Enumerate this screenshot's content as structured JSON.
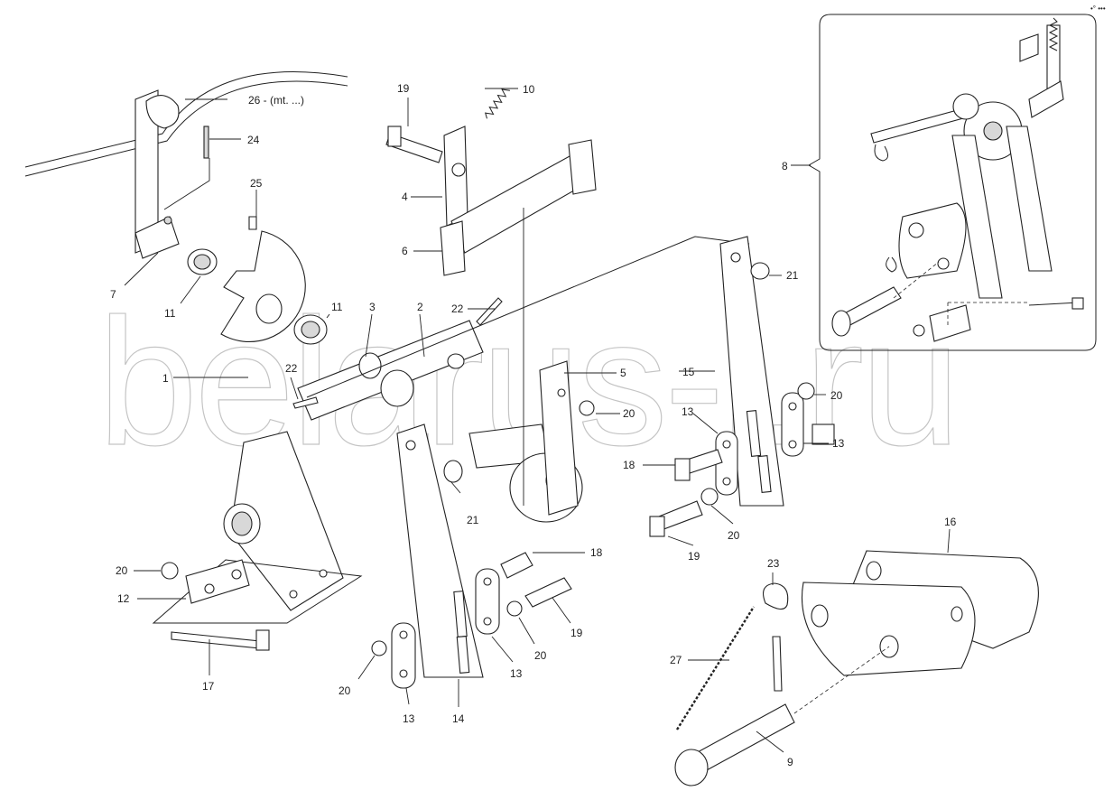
{
  "watermark": "belarus-l.ru",
  "corner_mark": "•° •••",
  "callouts": {
    "c1": "1",
    "c2": "2",
    "c3": "3",
    "c4": "4",
    "c5": "5",
    "c6": "6",
    "c7": "7",
    "c8": "8",
    "c9": "9",
    "c10": "10",
    "c11a": "11",
    "c11b": "11",
    "c12": "12",
    "c13a": "13",
    "c13b": "13",
    "c13c": "13",
    "c13d": "13",
    "c14": "14",
    "c15": "15",
    "c16": "16",
    "c17": "17",
    "c18a": "18",
    "c18b": "18",
    "c19a": "19",
    "c19b": "19",
    "c19c": "19",
    "c20a": "20",
    "c20b": "20",
    "c20c": "20",
    "c20d": "20",
    "c20e": "20",
    "c20f": "20",
    "c21a": "21",
    "c21b": "21",
    "c22a": "22",
    "c22b": "22",
    "c23": "23",
    "c24": "24",
    "c25": "25",
    "c26": "26 - (mt. ...)",
    "c27": "27"
  }
}
